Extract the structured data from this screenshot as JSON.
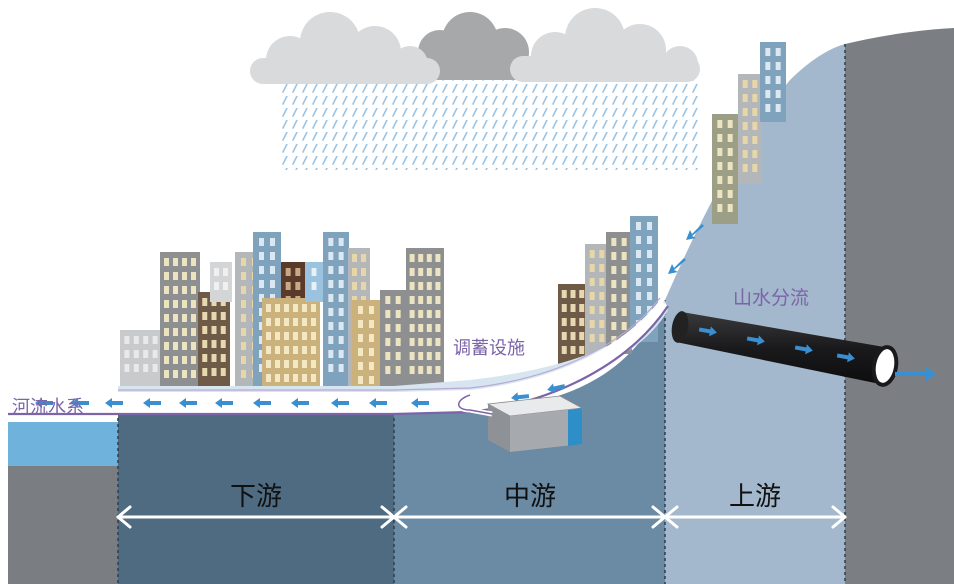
{
  "labels": {
    "river_system": "河流水系",
    "storage_facility": "调蓄设施",
    "mountain_diversion": "山水分流",
    "downstream": "下游",
    "midstream": "中游",
    "upstream": "上游"
  },
  "colors": {
    "label_purple": "#7b64a8",
    "flow_arrow_blue": "#3a8fd0",
    "river_water": "#6fb3dd",
    "downstream_zone": "#4f6b82",
    "midstream_zone": "#6b8aa3",
    "upstream_zone": "#a3b8cc",
    "mountain_rock": "#7b7f84",
    "cloud_light": "#d9dadc",
    "cloud_dark": "#a7a8aa",
    "rain": "#9bc4e4"
  }
}
